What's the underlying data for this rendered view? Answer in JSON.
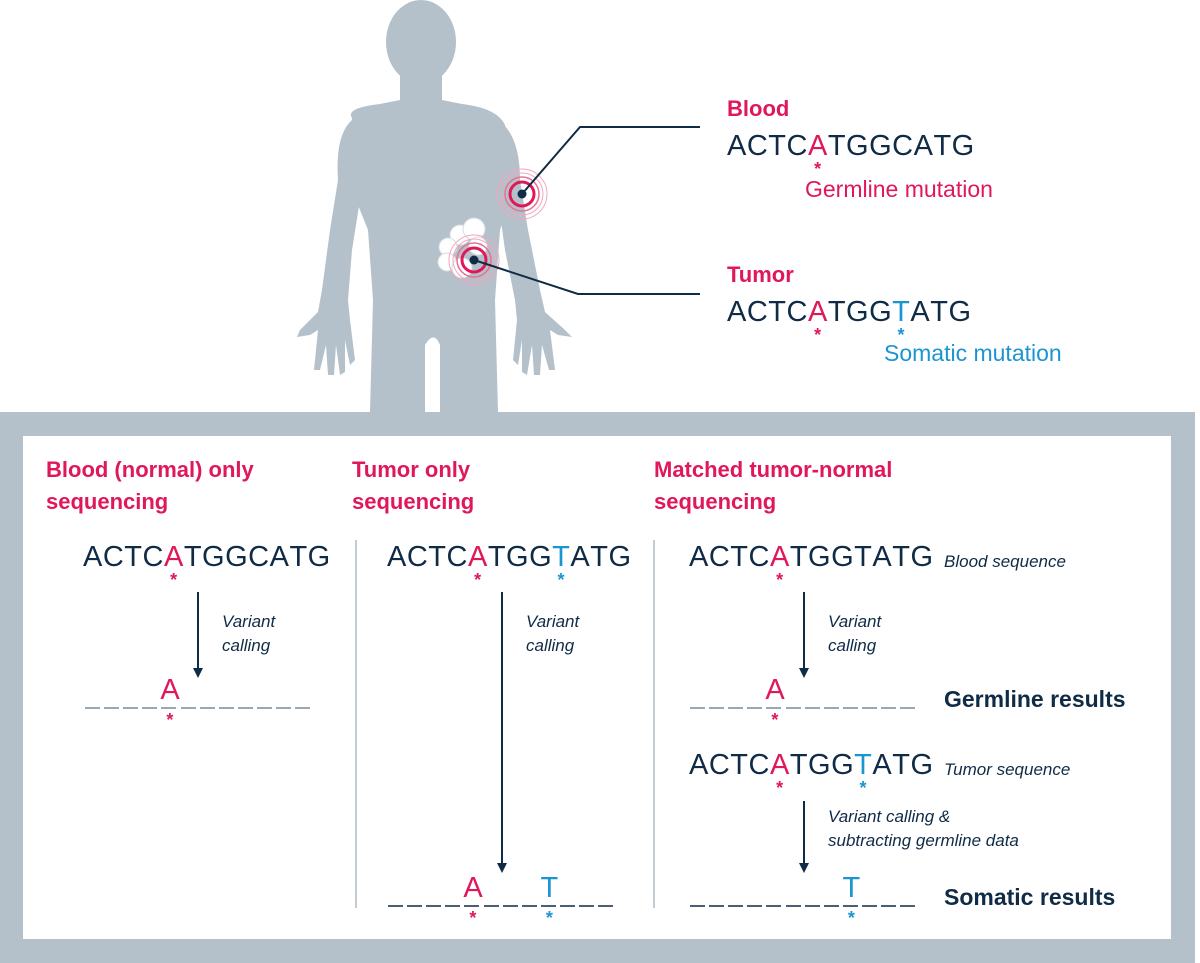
{
  "top": {
    "blood": {
      "title": "Blood",
      "sequence": [
        "A",
        "C",
        "T",
        "C",
        "A",
        "T",
        "G",
        "G",
        "C",
        "A",
        "T",
        "G"
      ],
      "germline_index": 4,
      "mutation_label": "Germline mutation"
    },
    "tumor": {
      "title": "Tumor",
      "sequence": [
        "A",
        "C",
        "T",
        "C",
        "A",
        "T",
        "G",
        "G",
        "T",
        "A",
        "T",
        "G"
      ],
      "germline_index": 4,
      "somatic_index": 8,
      "mutation_label": "Somatic mutation"
    }
  },
  "columns": [
    {
      "title_line1": "Blood (normal) only",
      "title_line2": "sequencing",
      "sequence": [
        "A",
        "C",
        "T",
        "C",
        "A",
        "T",
        "G",
        "G",
        "C",
        "A",
        "T",
        "G"
      ],
      "germline_index": 4,
      "step_line1": "Variant",
      "step_line2": "calling",
      "result": {
        "germline": "A",
        "germline_index": 4
      }
    },
    {
      "title_line1": "Tumor only",
      "title_line2": "sequencing",
      "sequence": [
        "A",
        "C",
        "T",
        "C",
        "A",
        "T",
        "G",
        "G",
        "T",
        "A",
        "T",
        "G"
      ],
      "germline_index": 4,
      "somatic_index": 8,
      "step_line1": "Variant",
      "step_line2": "calling",
      "result": {
        "germline": "A",
        "germline_index": 4,
        "somatic": "T",
        "somatic_index": 8
      }
    },
    {
      "title_line1": "Matched tumor-normal",
      "title_line2": "sequencing",
      "blood_sequence": [
        "A",
        "C",
        "T",
        "C",
        "A",
        "T",
        "G",
        "G",
        "T",
        "A",
        "T",
        "G"
      ],
      "blood_sequence_label": "Blood sequence",
      "germline_index": 4,
      "step1_line1": "Variant",
      "step1_line2": "calling",
      "germline_result_label": "Germline results",
      "germline_result": "A",
      "tumor_sequence": [
        "A",
        "C",
        "T",
        "C",
        "A",
        "T",
        "G",
        "G",
        "T",
        "A",
        "T",
        "G"
      ],
      "tumor_sequence_label": "Tumor sequence",
      "somatic_index": 8,
      "step2_line1": "Variant calling &",
      "step2_line2": "subtracting germline data",
      "somatic_result_label": "Somatic results",
      "somatic_result": "T"
    }
  ],
  "colors": {
    "germline": "#e0185a",
    "somatic": "#1a95d2",
    "text": "#0f2b46",
    "silhouette": "#b5c1ca",
    "frame": "#b5c1ca"
  },
  "icons": {
    "blood_marker": "target-rings-icon",
    "tumor_marker": "target-rings-icon",
    "body": "human-silhouette-icon",
    "tumor_cells": "cell-cluster-icon"
  }
}
